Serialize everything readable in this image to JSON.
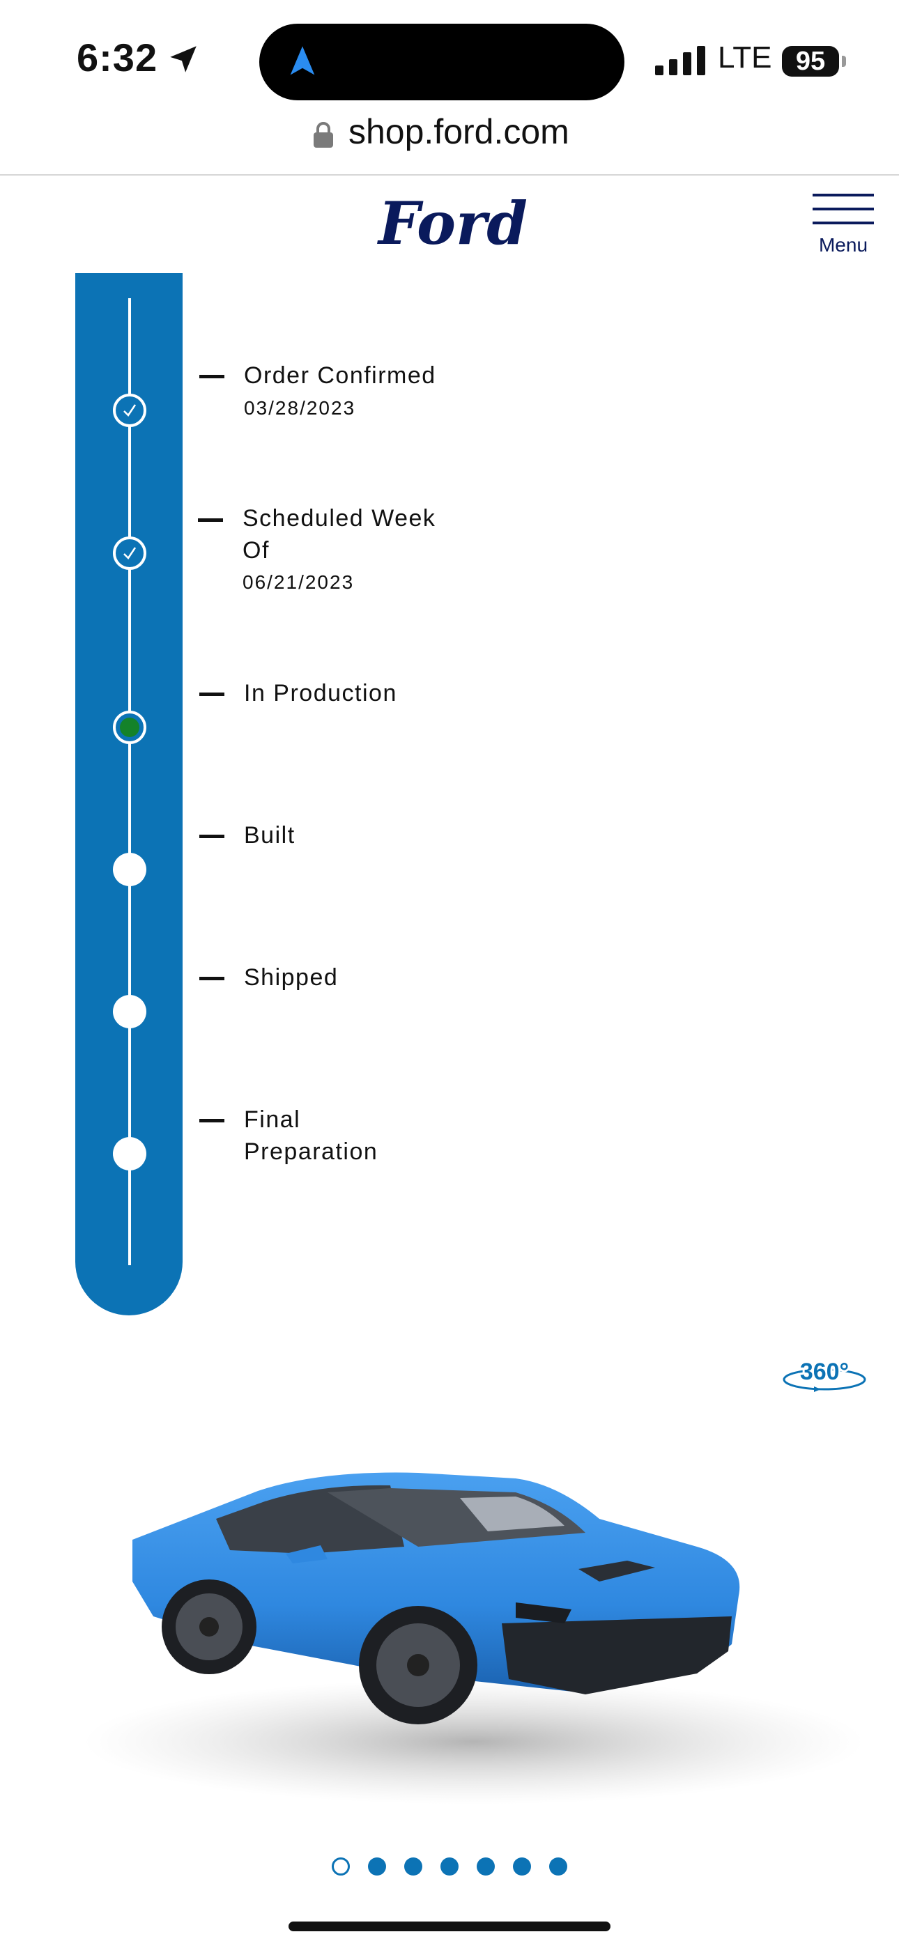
{
  "status_bar": {
    "time": "6:32",
    "network": "LTE",
    "battery": "95"
  },
  "browser": {
    "url": "shop.ford.com"
  },
  "header": {
    "brand": "Ford",
    "menu_label": "Menu"
  },
  "tracker": {
    "steps": [
      {
        "label": "Order Confirmed",
        "date": "03/28/2023",
        "state": "done"
      },
      {
        "label": "Scheduled Week",
        "label_line2": "Of",
        "date": "06/21/2023",
        "state": "done"
      },
      {
        "label": "In Production",
        "state": "current"
      },
      {
        "label": "Built",
        "state": "pending"
      },
      {
        "label": "Shipped",
        "state": "pending"
      },
      {
        "label": "Final",
        "label_line2": "Preparation",
        "state": "pending"
      }
    ]
  },
  "vehicle": {
    "view_360_label": "360°",
    "carousel_total": 7,
    "carousel_active": 1
  },
  "colors": {
    "ford_blue": "#0c73b5",
    "brand_navy": "#0a1a5c",
    "current_step": "#14822a",
    "vehicle_paint": "#2f88e0"
  }
}
